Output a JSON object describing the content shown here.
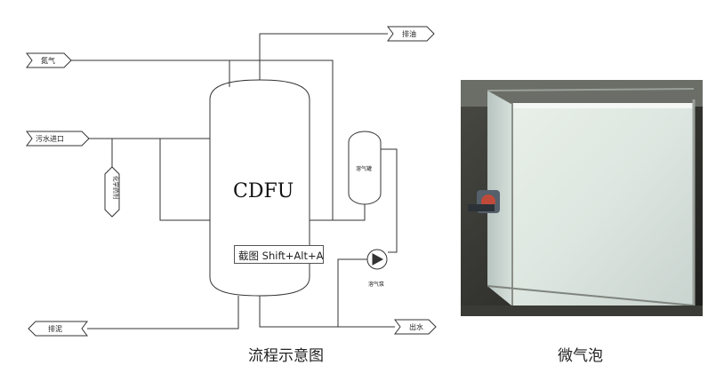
{
  "diagram": {
    "vessel_label": "CDFU",
    "inlets": {
      "nitrogen": "氮气",
      "sewage_inlet": "污水进口"
    },
    "outlets": {
      "oil_drain": "排油",
      "sludge_drain": "排泥",
      "water_out": "出水"
    },
    "chem_dosing": "化学药剂",
    "dissolving_tank": "溶气罐",
    "pump": "溶气泵",
    "tooltip": "截图 Shift+Alt+A",
    "caption": "流程示意图"
  },
  "photo": {
    "caption": "微气泡"
  }
}
